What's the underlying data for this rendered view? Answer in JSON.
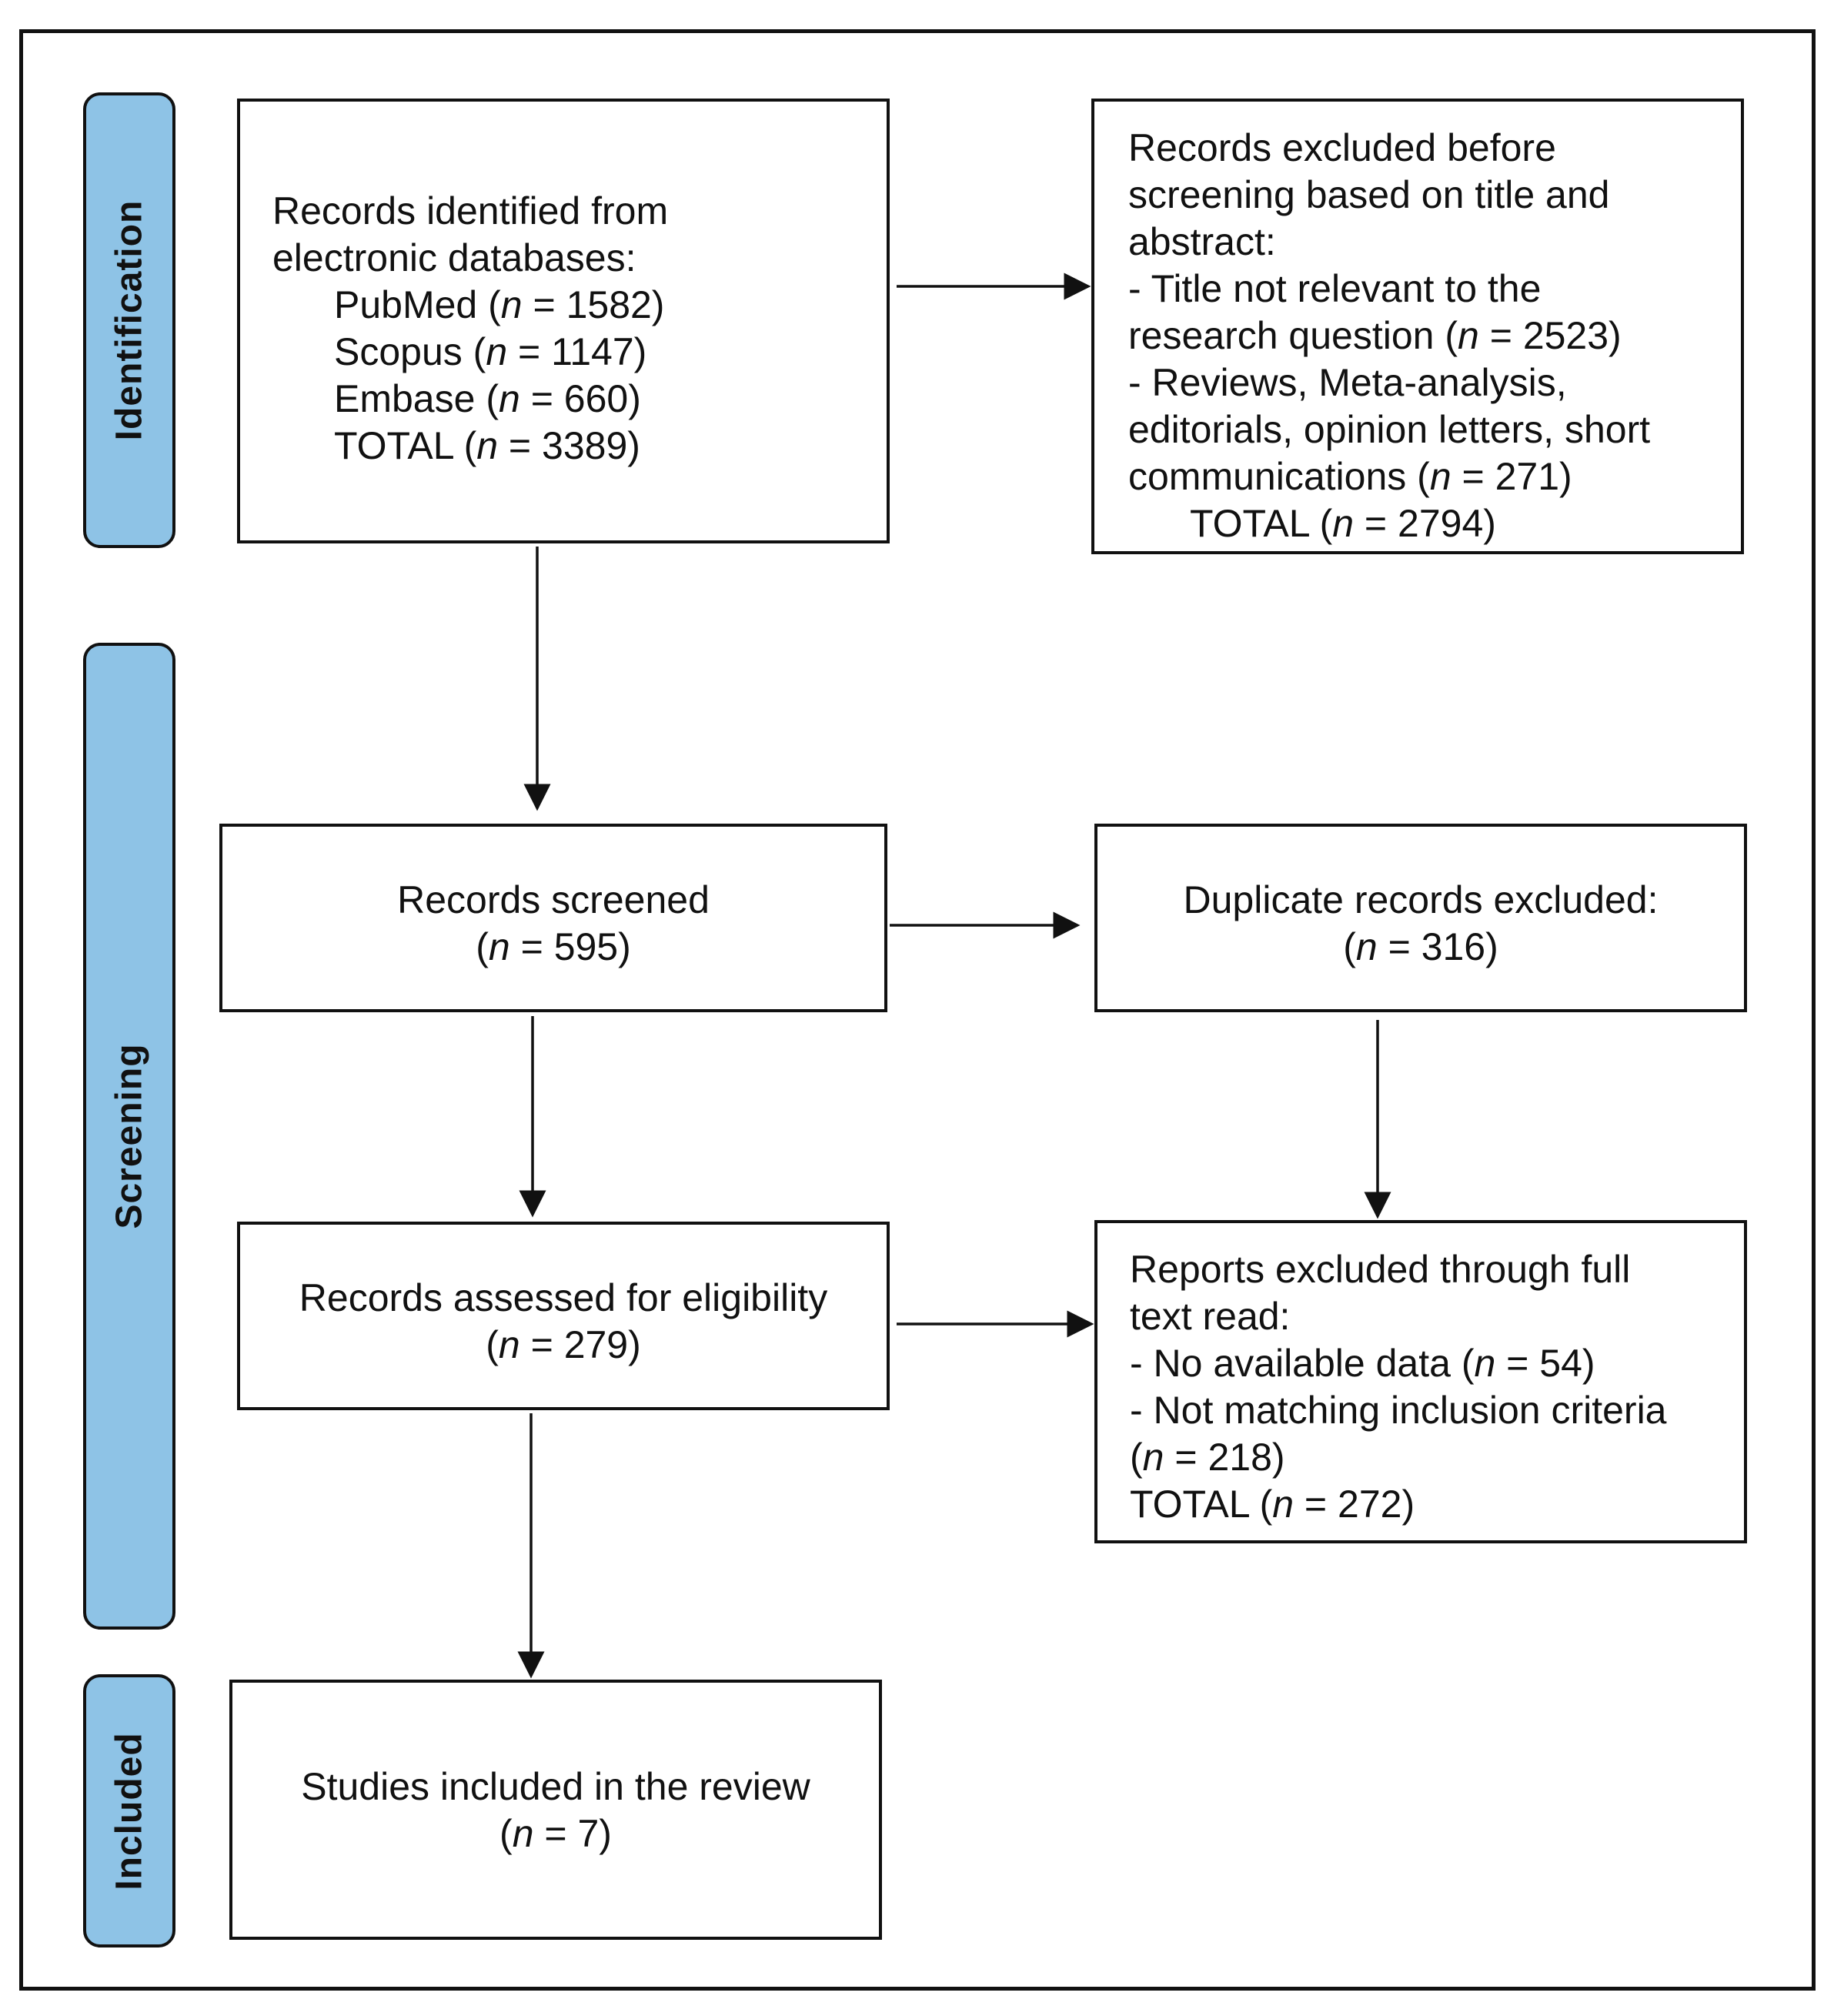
{
  "phases": {
    "identification": "Identification",
    "screening": "Screening",
    "included": "Included"
  },
  "boxes": {
    "records_identified": {
      "heading1": "Records identified from",
      "heading2": "electronic databases:",
      "pubmed": "PubMed (n = 1582)",
      "scopus": "Scopus (n = 1147)",
      "embase": "Embase (n = 660)",
      "total": "TOTAL (n = 3389)"
    },
    "records_excluded_before": {
      "l1": "Records excluded before",
      "l2": "screening based on title and",
      "l3": "abstract:",
      "l4": "- Title not relevant to the",
      "l5": "research question (n = 2523)",
      "l6": "- Reviews, Meta-analysis,",
      "l7": "editorials, opinion letters, short",
      "l8": "communications (n = 271)",
      "l9": "TOTAL (n = 2794)"
    },
    "records_screened": {
      "l1": "Records screened",
      "l2": "(n = 595)"
    },
    "duplicates_excluded": {
      "l1": "Duplicate records excluded:",
      "l2": "(n = 316)"
    },
    "assessed_eligibility": {
      "l1": "Records assessed for eligibility",
      "l2": "(n = 279)"
    },
    "reports_excluded": {
      "l1": "Reports excluded through full",
      "l2": "text read:",
      "l3": "- No available data (n = 54)",
      "l4": "- Not matching inclusion criteria",
      "l5": "(n = 218)",
      "l6": "TOTAL (n = 272)"
    },
    "studies_included": {
      "l1": "Studies included in the review",
      "l2": "(n = 7)"
    }
  }
}
